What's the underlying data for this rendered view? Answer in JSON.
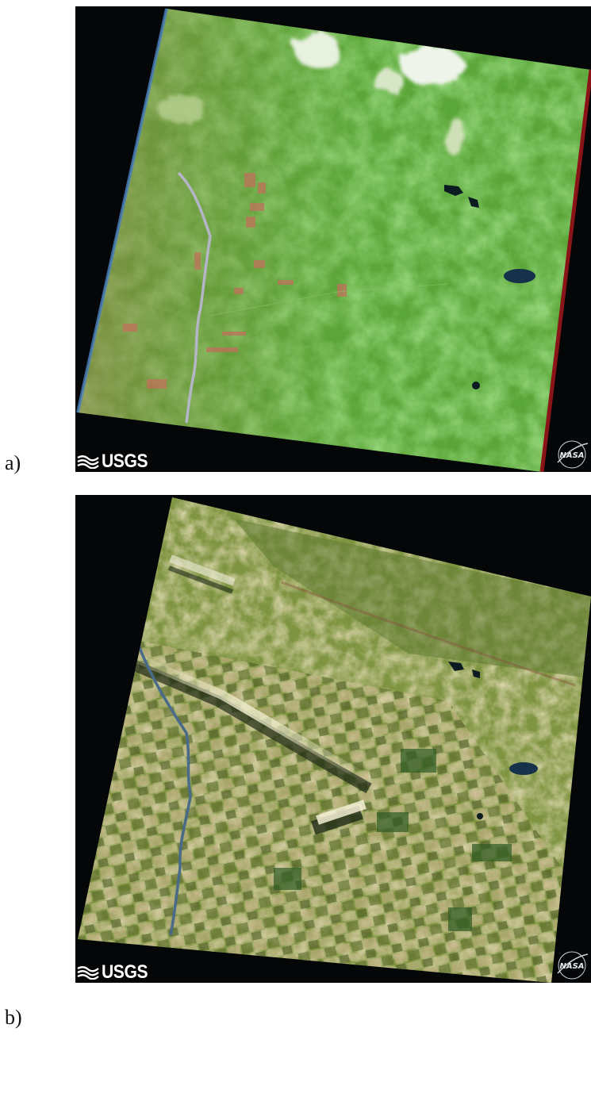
{
  "panels": [
    {
      "id": "a",
      "caption": "a)",
      "logo_left": "USGS",
      "logo_right": "NASA"
    },
    {
      "id": "b",
      "caption": "b)",
      "logo_left": "USGS",
      "logo_right": "NASA"
    }
  ],
  "colors": {
    "background": "#050608",
    "vegetation_a": "#5fae3c",
    "vegetation_b": "#8a9a46",
    "water": "#1c3040",
    "red_edge": "#8a1418"
  }
}
